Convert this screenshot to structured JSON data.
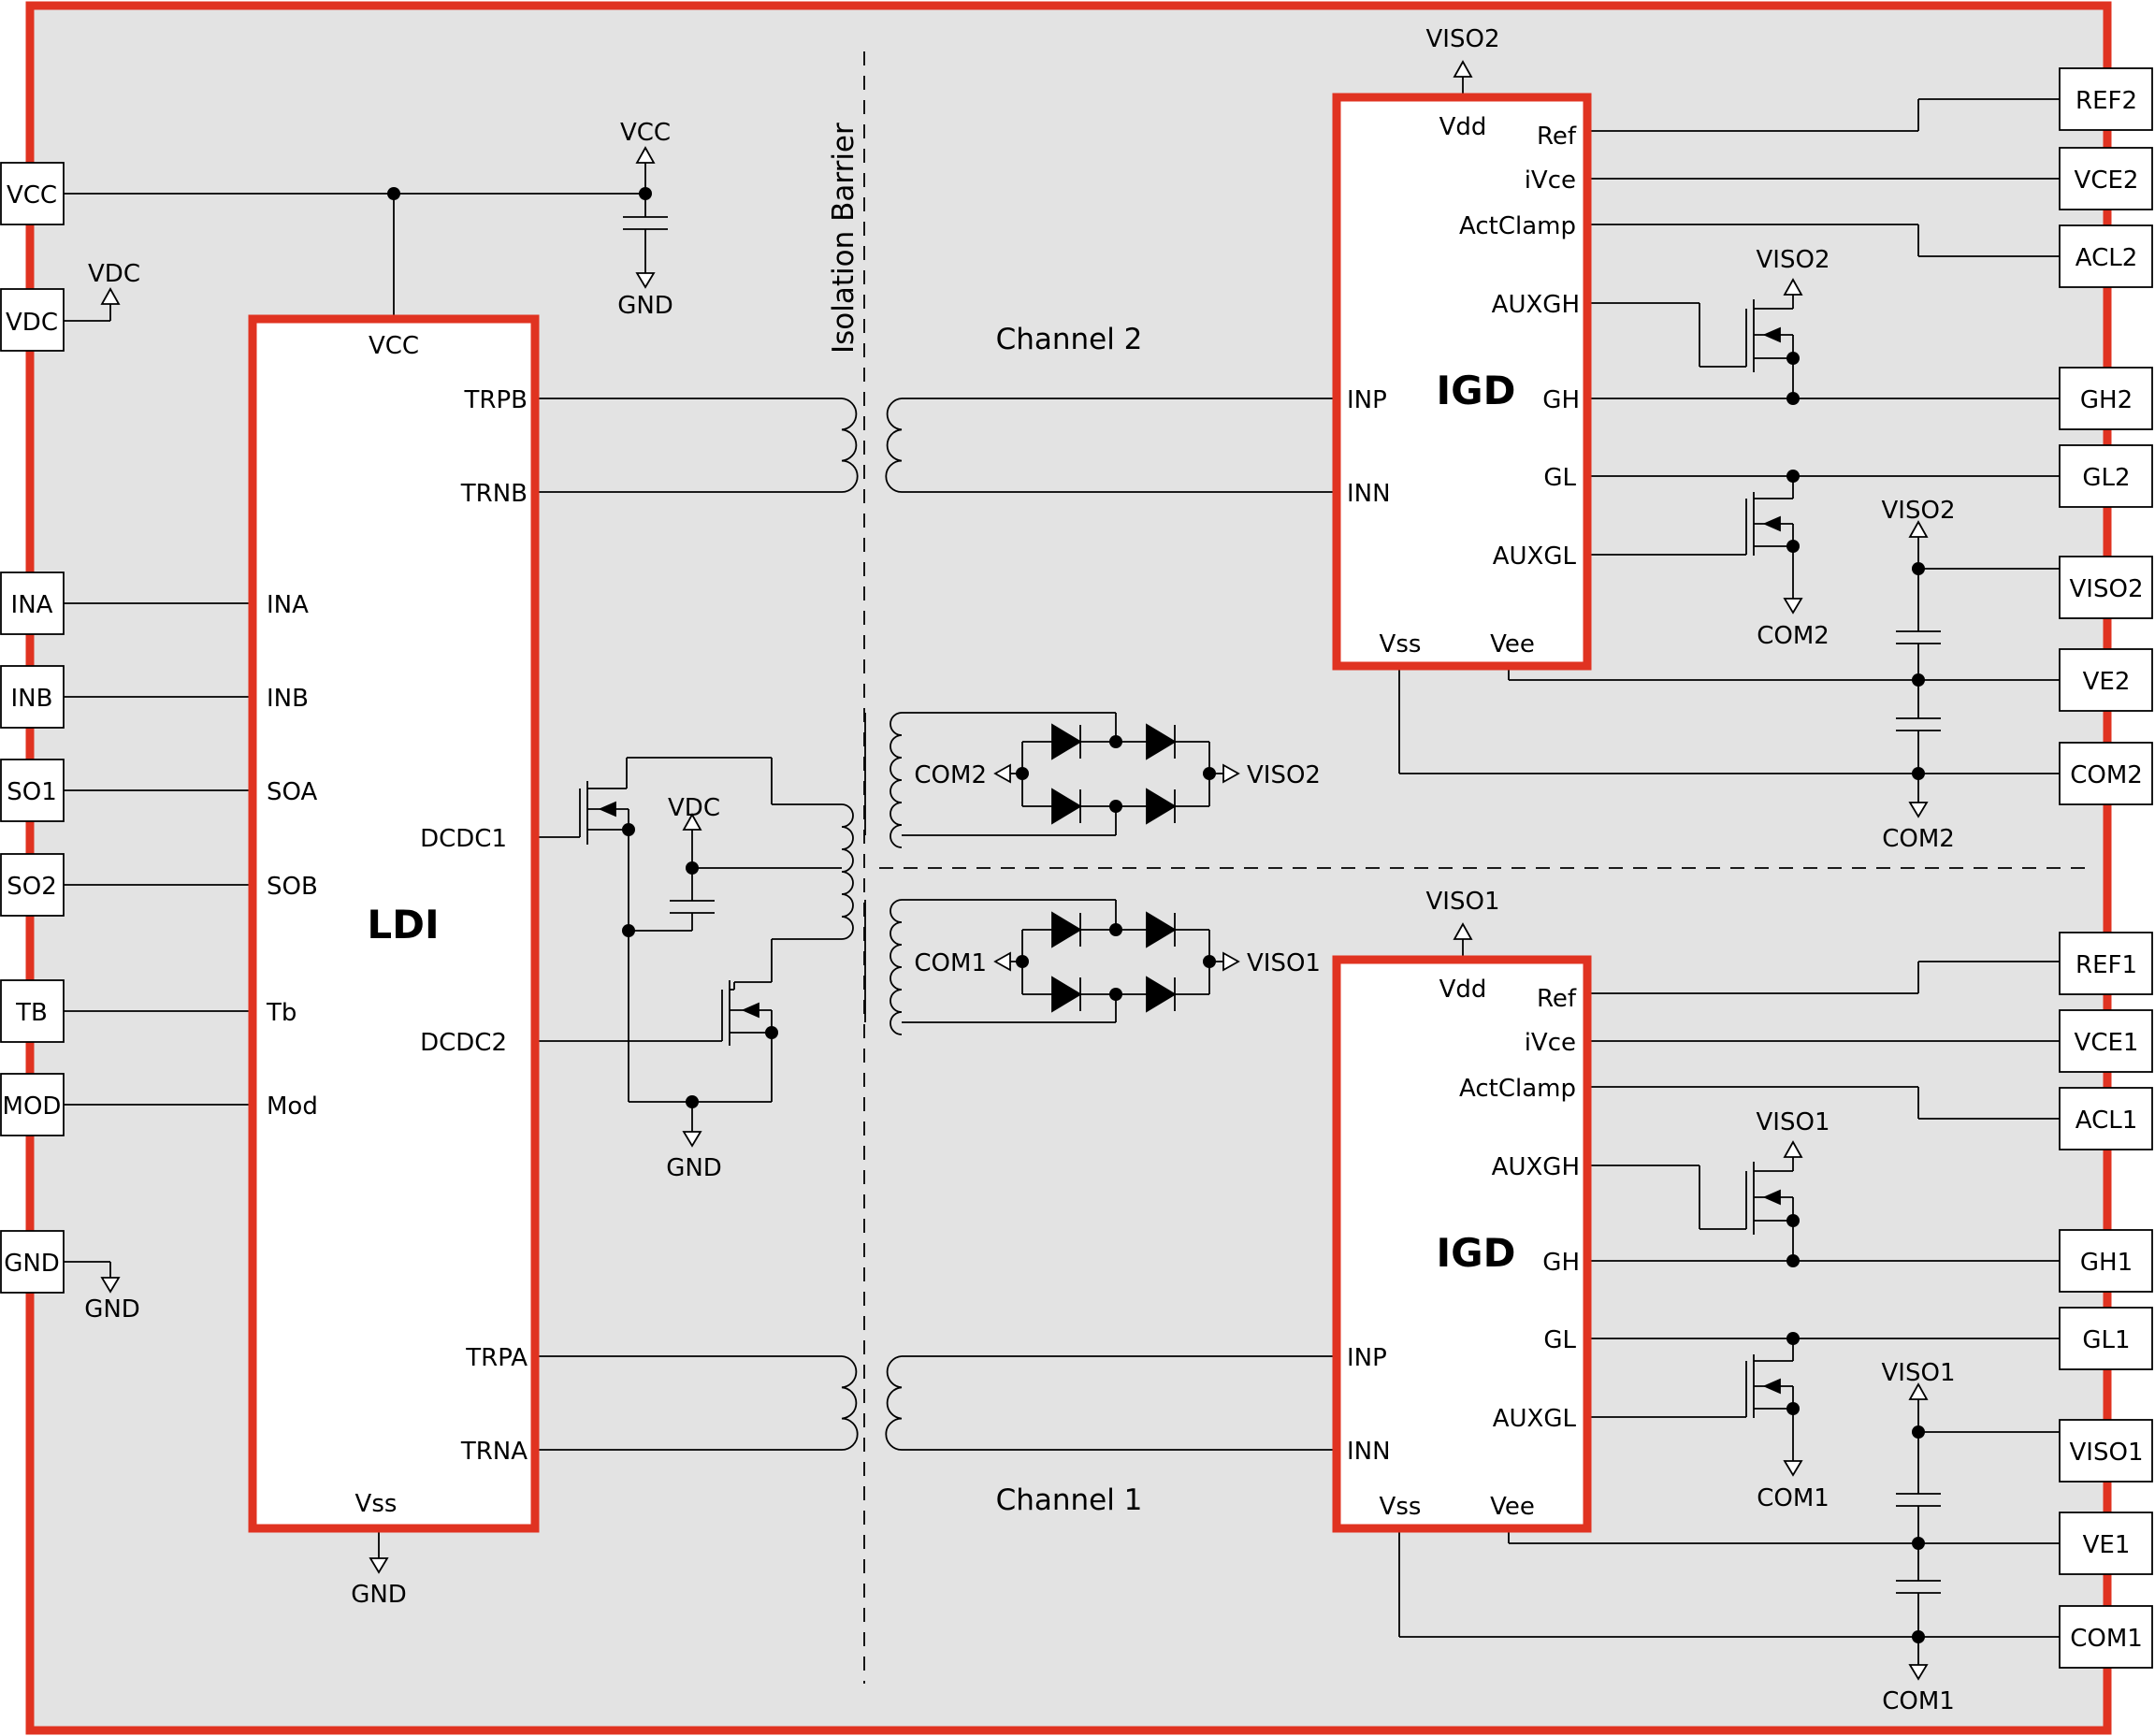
{
  "diagram": {
    "colors": {
      "frame": "#e03321",
      "background": "#e3e3e3",
      "line": "#000000"
    },
    "ldi": {
      "name": "LDI",
      "pins": {
        "vcc": "VCC",
        "vss": "Vss",
        "trpb": "TRPB",
        "trnb": "TRNB",
        "trpa": "TRPA",
        "trna": "TRNA",
        "ina": "INA",
        "inb": "INB",
        "soa": "SOA",
        "sob": "SOB",
        "tb": "Tb",
        "mod": "Mod",
        "dcdc1": "DCDC1",
        "dcdc2": "DCDC2"
      }
    },
    "igd_pins": {
      "vdd": "Vdd",
      "ref": "Ref",
      "ivce": "iVce",
      "actclamp": "ActClamp",
      "auxgh": "AUXGH",
      "gh": "GH",
      "gl": "GL",
      "auxgl": "AUXGL",
      "inp": "INP",
      "inn": "INN",
      "vss": "Vss",
      "vee": "Vee"
    },
    "igd2": {
      "name": "IGD",
      "channel": "Channel 2",
      "supply": "VISO2",
      "common": "COM2"
    },
    "igd1": {
      "name": "IGD",
      "channel": "Channel 1",
      "supply": "VISO1",
      "common": "COM1"
    },
    "isolation_barrier": "Isolation Barrier",
    "left_ports": [
      "VCC",
      "VDC",
      "INA",
      "INB",
      "SO1",
      "SO2",
      "TB",
      "MOD",
      "GND"
    ],
    "right_ports_ch2": [
      "REF2",
      "VCE2",
      "ACL2",
      "GH2",
      "GL2",
      "VISO2",
      "VE2",
      "COM2"
    ],
    "right_ports_ch1": [
      "REF1",
      "VCE1",
      "ACL1",
      "GH1",
      "GL1",
      "VISO1",
      "VE1",
      "COM1"
    ],
    "rails": {
      "vcc": "VCC",
      "vdc": "VDC",
      "gnd": "GND"
    }
  }
}
